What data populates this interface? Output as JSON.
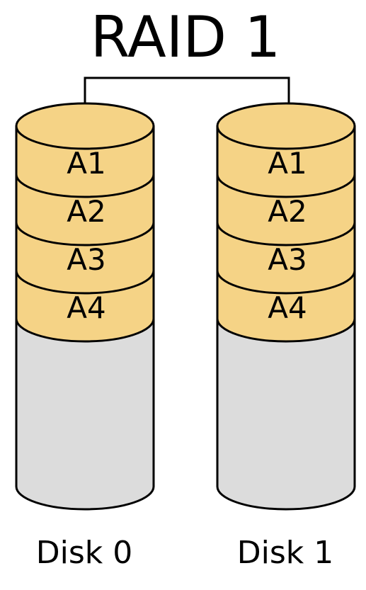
{
  "title": "RAID 1",
  "colors": {
    "block_fill": "#f5d386",
    "empty_fill": "#dcdcdc",
    "stroke": "#000000",
    "background": "#ffffff"
  },
  "disks": [
    {
      "label": "Disk 0",
      "blocks": [
        "A1",
        "A2",
        "A3",
        "A4"
      ]
    },
    {
      "label": "Disk 1",
      "blocks": [
        "A1",
        "A2",
        "A3",
        "A4"
      ]
    }
  ]
}
